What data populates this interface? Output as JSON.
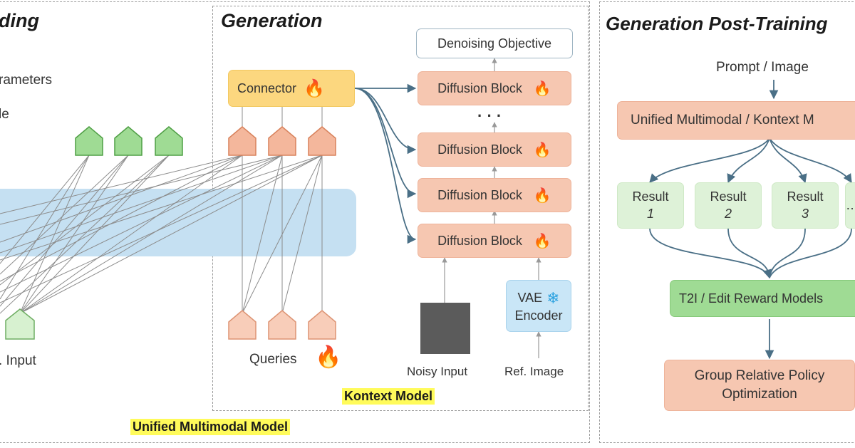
{
  "sections": {
    "left_title": "ding",
    "left_line1": "rameters",
    "left_line2": "le",
    "left_input": ". Input",
    "generation_title": "Generation",
    "posttraining_title": "Generation Post-Training"
  },
  "generation": {
    "connector": "Connector",
    "queries": "Queries",
    "denoising": "Denoising Objective",
    "diffusion_block": "Diffusion Block",
    "ellipsis": "· · ·",
    "noisy_input": "Noisy Input",
    "vae_line1": "VAE",
    "vae_line2": "Encoder",
    "ref_image": "Ref. Image"
  },
  "tags": {
    "kontext": "Kontext Model",
    "unified": "Unified Multimodal Model"
  },
  "post": {
    "prompt": "Prompt / Image",
    "unified": "Unified Multimodal / Kontext M",
    "results": [
      {
        "label": "Result",
        "num": "1"
      },
      {
        "label": "Result",
        "num": "2"
      },
      {
        "label": "Result",
        "num": "3"
      }
    ],
    "more": "…",
    "reward": "T2I / Edit Reward Models",
    "grpo_line1": "Group Relative Policy",
    "grpo_line2": "Optimization"
  },
  "icons": [
    "flame-icon",
    "snowflake-icon"
  ],
  "colors": {
    "diffusion": "#f6c7b1",
    "connector": "#fcd77f",
    "result": "#def2d8",
    "reward": "#9fdb94",
    "band": "#c5e0f2",
    "vae": "#c9e6f7",
    "highlight": "#fffb5a",
    "noisy": "#5b5b5b"
  }
}
